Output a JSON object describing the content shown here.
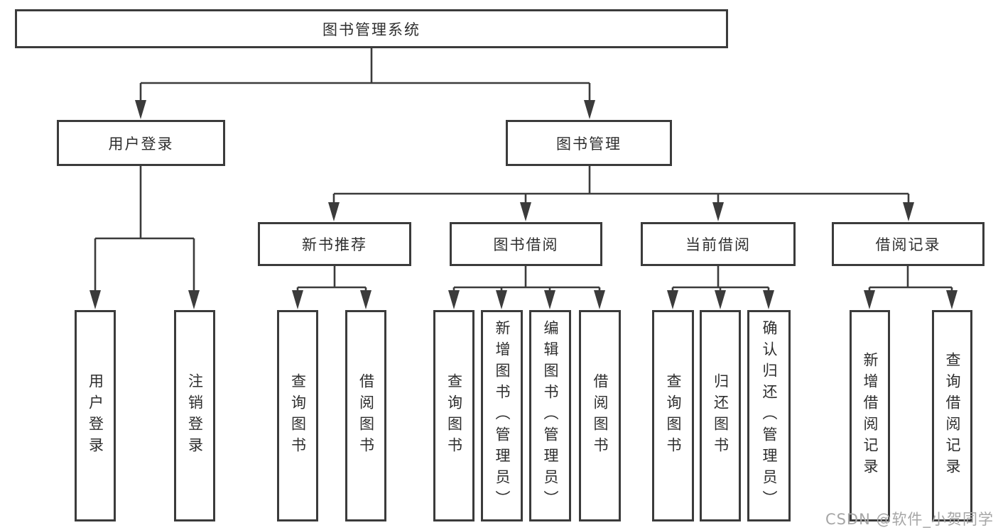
{
  "diagram_type": "hierarchy-tree",
  "colors": {
    "line": "#3b3b3b",
    "box_border": "#3b3b3b",
    "box_fill": "#ffffff",
    "text": "#2e2e2e",
    "watermark": "#a6a6a6",
    "background": "#ffffff"
  },
  "nodes": {
    "root": {
      "label": "图书管理系统"
    },
    "user_login": {
      "label": "用户登录"
    },
    "book_mgmt": {
      "label": "图书管理"
    },
    "new_book_rec": {
      "label": "新书推荐"
    },
    "book_borrow": {
      "label": "图书借阅"
    },
    "current_borrow": {
      "label": "当前借阅"
    },
    "borrow_records": {
      "label": "借阅记录"
    },
    "ul_login": {
      "label": "用户登录"
    },
    "ul_logout": {
      "label": "注销登录"
    },
    "nbr_query": {
      "label": "查询图书"
    },
    "nbr_borrow": {
      "label": "借阅图书"
    },
    "bb_query": {
      "label": "查询图书"
    },
    "bb_add": {
      "label": "新增图书（管理员）"
    },
    "bb_edit": {
      "label": "编辑图书（管理员）"
    },
    "bb_borrow": {
      "label": "借阅图书"
    },
    "cb_query": {
      "label": "查询图书"
    },
    "cb_return": {
      "label": "归还图书"
    },
    "cb_confirm": {
      "label": "确认归还（管理员）"
    },
    "br_add": {
      "label": "新增借阅记录"
    },
    "br_query": {
      "label": "查询借阅记录"
    }
  },
  "edges": [
    [
      "root",
      "user_login"
    ],
    [
      "root",
      "book_mgmt"
    ],
    [
      "user_login",
      "ul_login"
    ],
    [
      "user_login",
      "ul_logout"
    ],
    [
      "book_mgmt",
      "new_book_rec"
    ],
    [
      "book_mgmt",
      "book_borrow"
    ],
    [
      "book_mgmt",
      "current_borrow"
    ],
    [
      "book_mgmt",
      "borrow_records"
    ],
    [
      "new_book_rec",
      "nbr_query"
    ],
    [
      "new_book_rec",
      "nbr_borrow"
    ],
    [
      "book_borrow",
      "bb_query"
    ],
    [
      "book_borrow",
      "bb_add"
    ],
    [
      "book_borrow",
      "bb_edit"
    ],
    [
      "book_borrow",
      "bb_borrow"
    ],
    [
      "current_borrow",
      "cb_query"
    ],
    [
      "current_borrow",
      "cb_return"
    ],
    [
      "current_borrow",
      "cb_confirm"
    ],
    [
      "borrow_records",
      "br_add"
    ],
    [
      "borrow_records",
      "br_query"
    ]
  ],
  "watermark": {
    "text": "CSDN @软件_小贺同学"
  }
}
